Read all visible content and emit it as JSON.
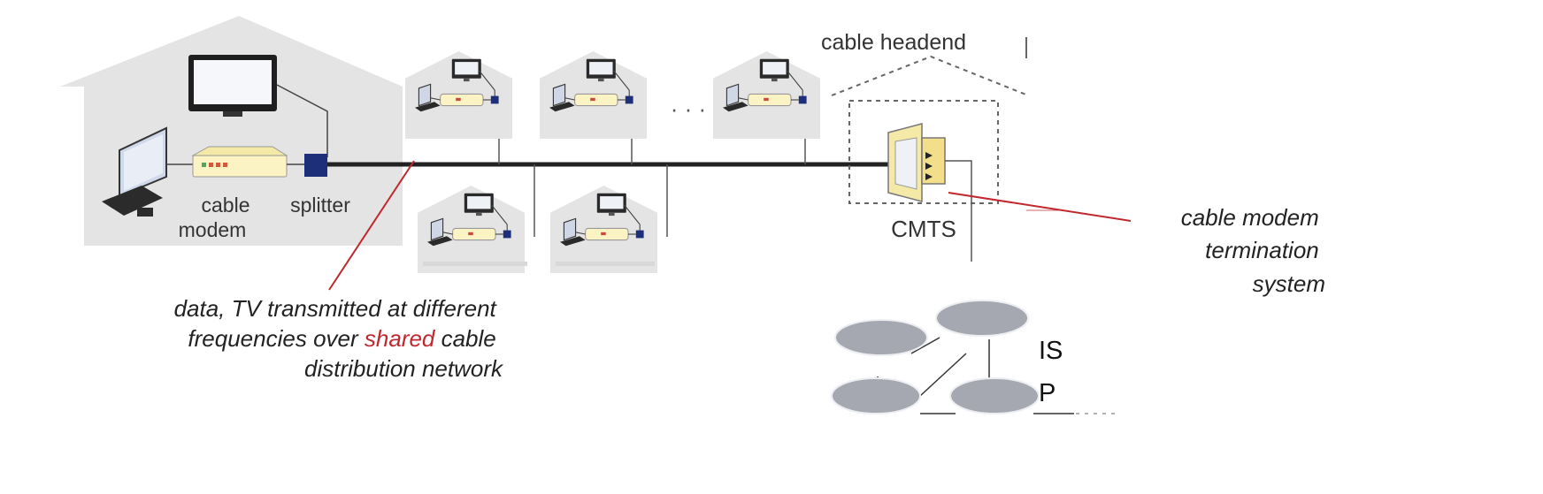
{
  "labels": {
    "cable_headend": "cable headend",
    "cable_modem": [
      "cable",
      "modem"
    ],
    "splitter": "splitter",
    "cmts": "CMTS",
    "isp": [
      "IS",
      "P"
    ],
    "ellipsis": "· · ·"
  },
  "annotations": {
    "cmts_description": [
      "cable modem",
      "termination",
      "system"
    ],
    "shared_network": {
      "line1": "data, TV transmitted at different",
      "line2_before": "frequencies over ",
      "line2_highlight": "shared",
      "line2_after": " cable",
      "line3": "distribution network"
    }
  },
  "colors": {
    "house_fill": "#e4e4e4",
    "modem_fill": "#fbf3c4",
    "splitter_fill": "#1c2f78",
    "isp_router_fill": "#a5a8b0",
    "annotation_line": "#c0282d",
    "highlight_text": "#c0282d",
    "cable": "#222222"
  },
  "icons": {
    "computer": "desktop-computer-icon",
    "tv": "tv-monitor-icon",
    "modem": "cable-modem-icon",
    "splitter": "splitter-icon",
    "cmts": "cmts-icon",
    "isp_router": "router-ellipse-icon"
  }
}
